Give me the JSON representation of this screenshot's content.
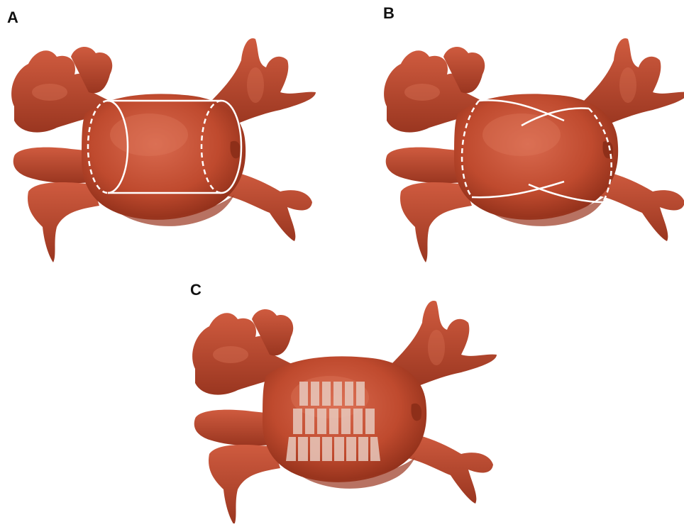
{
  "figure": {
    "panels": [
      {
        "id": "A",
        "label": "A"
      },
      {
        "id": "B",
        "label": "B"
      },
      {
        "id": "C",
        "label": "C"
      }
    ]
  },
  "colors": {
    "atrium": "#bf4a2e",
    "atrium_dark": "#8e2f19",
    "atrium_light": "#d8664a",
    "overlay_line": "#ffffff",
    "patch": "#e8c9bd"
  }
}
